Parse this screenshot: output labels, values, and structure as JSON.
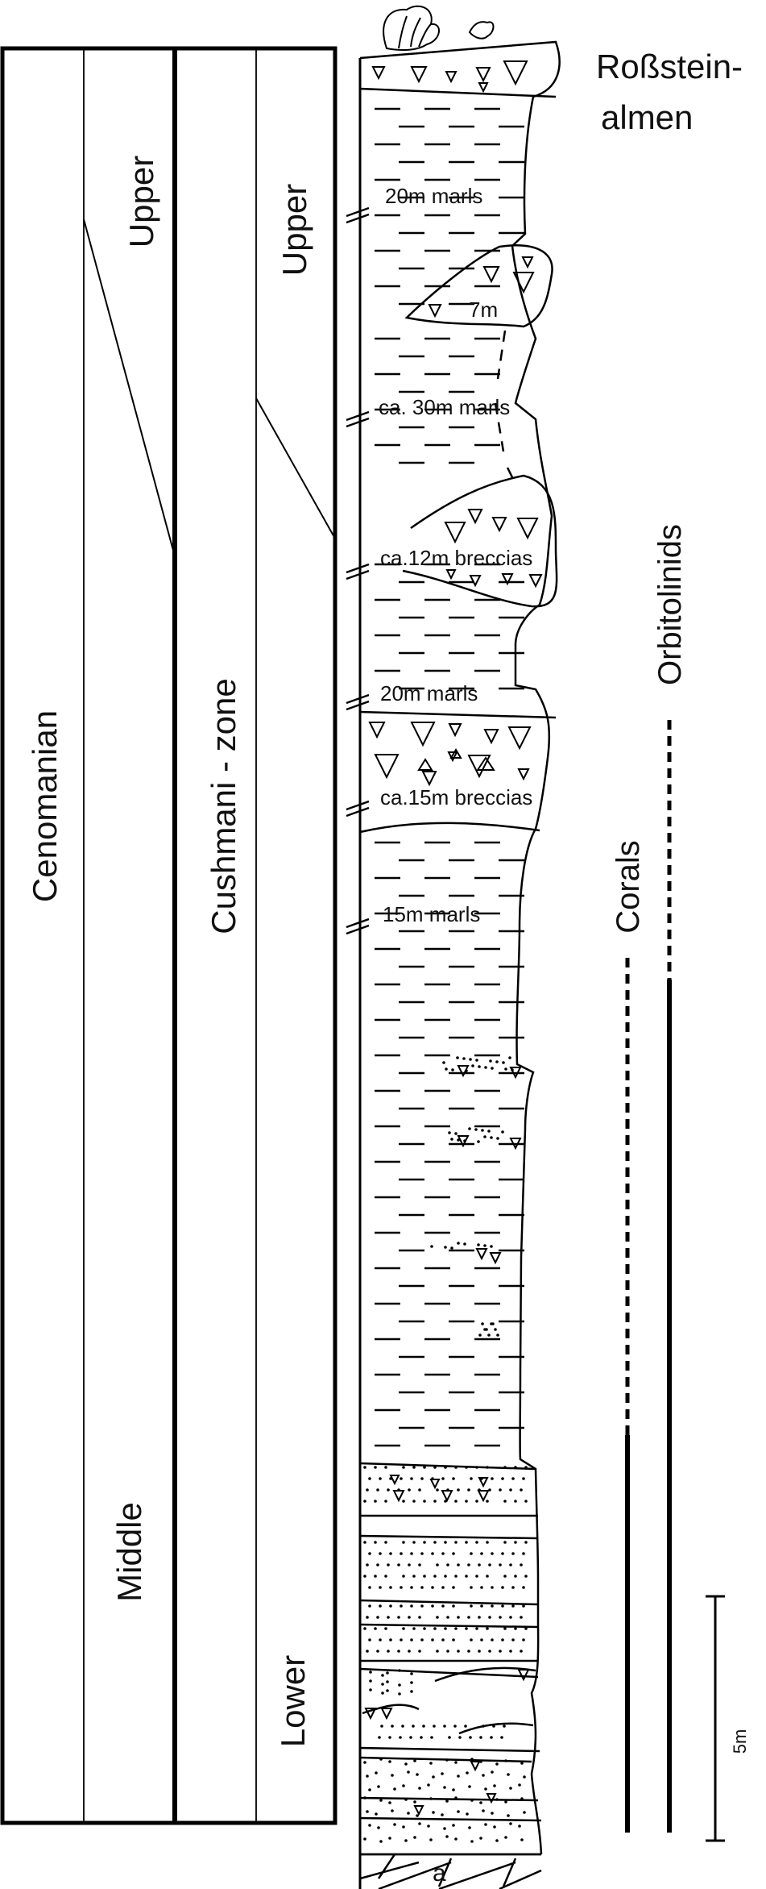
{
  "section_name": "Roßstein-almen",
  "section_name_line1": "Roßstein-",
  "section_name_line2": "almen",
  "stage": {
    "name": "Cenomanian",
    "upper": "Upper",
    "middle": "Middle"
  },
  "zone": {
    "name": "Cushmani - zone",
    "upper": "Upper",
    "lower": "Lower"
  },
  "thickness_labels": [
    "20m marls",
    "7m",
    "ca. 30m marls",
    "ca.12m breccias",
    "20m marls",
    "ca.15m breccias",
    "15m marls"
  ],
  "basement_label": "a",
  "fossil_ranges": {
    "corals": "Corals",
    "orbitolinids": "Orbitolinids"
  },
  "scale_bar": "5m"
}
